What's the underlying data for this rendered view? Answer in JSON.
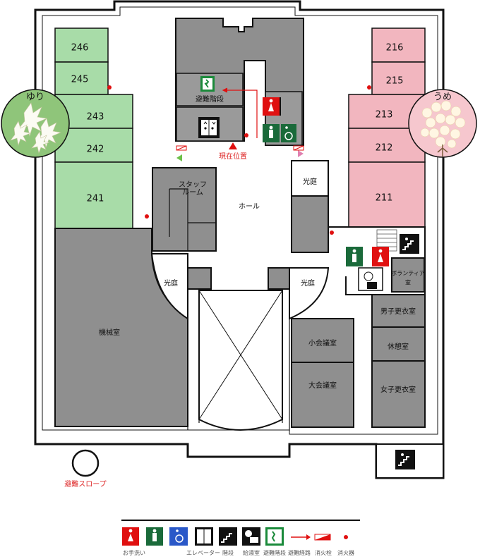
{
  "rooms": {
    "r246": "246",
    "r245": "245",
    "r243": "243",
    "r242": "242",
    "r241": "241",
    "r216": "216",
    "r215": "215",
    "r213": "213",
    "r212": "212",
    "r211": "211",
    "staff_room": "スタッフ\nルーム",
    "staff_room_l1": "スタッフ",
    "staff_room_l2": "ルーム",
    "hall": "ホール",
    "courtyard_top_right": "光庭",
    "courtyard_left": "光庭",
    "courtyard_right": "光庭",
    "machine_room": "機械室",
    "small_meeting": "小会議室",
    "large_meeting": "大会議室",
    "volunteer_l1": "ボランティア",
    "volunteer_l2": "室",
    "mens_locker": "男子更衣室",
    "lounge": "休憩室",
    "womens_locker": "女子更衣室",
    "evac_stairs": "避難階段",
    "current_location": "現在位置",
    "evac_slope": "避難スロープ"
  },
  "wings": {
    "left_flower": "ゆり",
    "right_flower": "うめ"
  },
  "legend": {
    "items": [
      {
        "icon": "female-toilet-icon",
        "label": "お手洗い"
      },
      {
        "icon": "male-toilet-icon",
        "label": ""
      },
      {
        "icon": "wheelchair-icon",
        "label": ""
      },
      {
        "icon": "elevator-icon",
        "label": "エレベーター"
      },
      {
        "icon": "stairs-icon",
        "label": "階段"
      },
      {
        "icon": "water-supply-icon",
        "label": "給湯室"
      },
      {
        "icon": "emergency-exit-icon",
        "label": "避難階段"
      },
      {
        "icon": "evac-route-arrow-icon",
        "label": "避難経路"
      },
      {
        "icon": "fire-hydrant-icon",
        "label": "消火栓"
      },
      {
        "icon": "extinguisher-dot-icon",
        "label": "消火器"
      }
    ]
  },
  "colors": {
    "green_rooms": "#a8dca8",
    "pink_rooms": "#f2b6bf",
    "gray_rooms": "#8f8f8f",
    "red_accent": "#e01010",
    "exit_green": "#1a8a3a"
  }
}
